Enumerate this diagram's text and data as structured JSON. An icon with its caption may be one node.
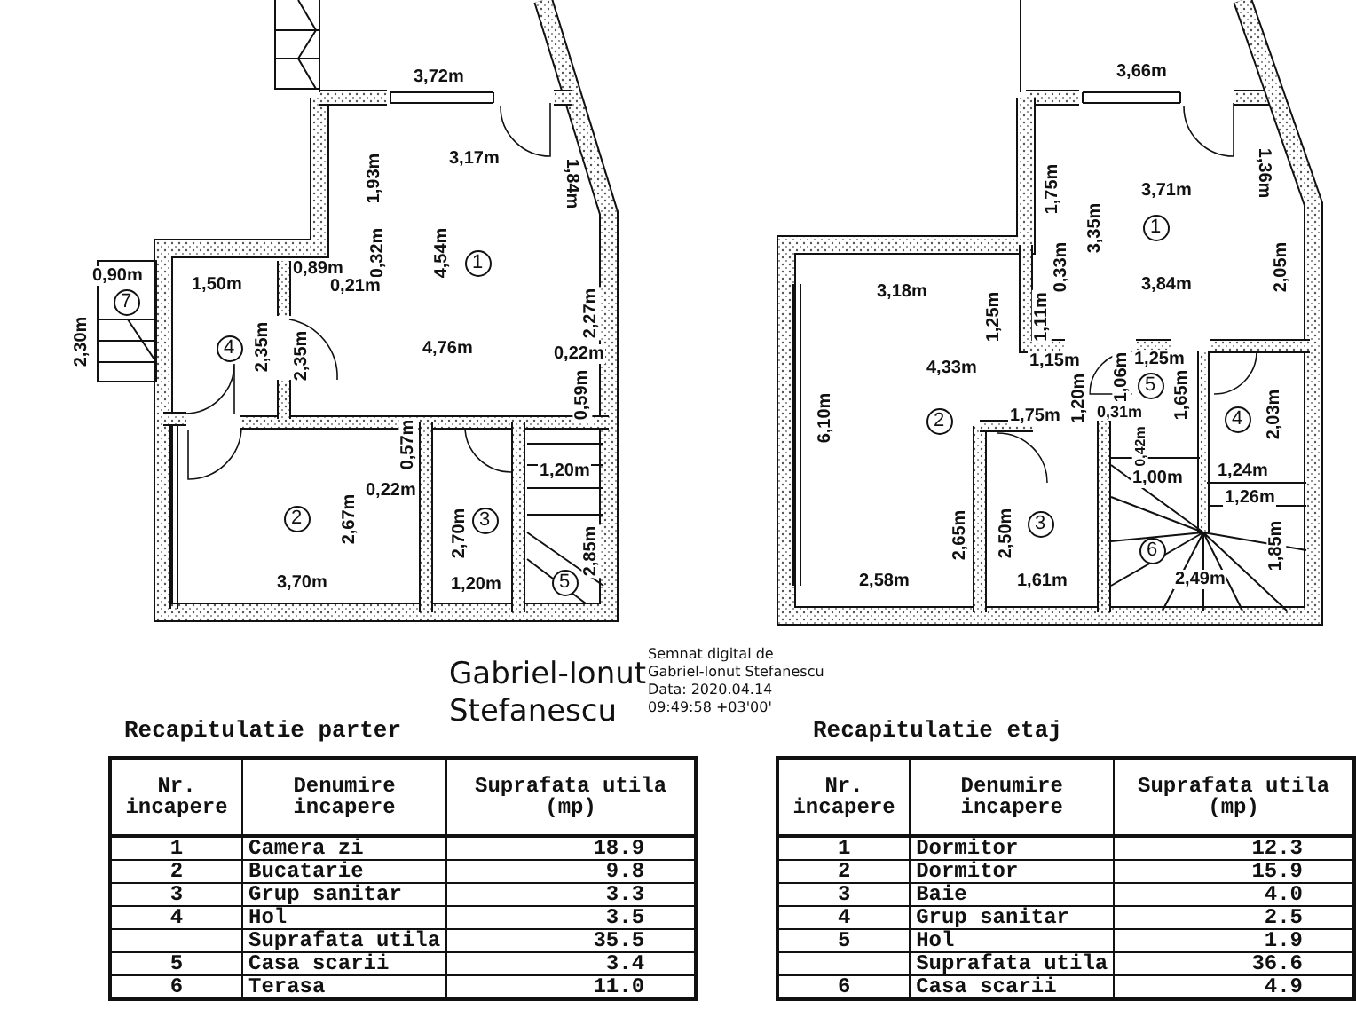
{
  "diagram": {
    "labels": [
      "3,72m",
      "3,17m",
      "1,93m",
      "1,84m",
      "0,32m",
      "0,89m",
      "0,21m",
      "4,54m",
      "1",
      "0,90m",
      "1,50m",
      "7",
      "2,30m",
      "4",
      "2,35m",
      "2,35m",
      "4,76m",
      "2,27m",
      "0,22m",
      "0,59m",
      "0,57m",
      "0,22m",
      "1,20m",
      "2",
      "2,67m",
      "2,70m",
      "3",
      "3,70m",
      "1,20m",
      "2,85m",
      "5",
      "3,66m",
      "1,75m",
      "3,71m",
      "1,36m",
      "3,35m",
      "1",
      "0,33m",
      "2,05m",
      "3,18m",
      "1,25m",
      "1,11m",
      "3,84m",
      "4,33m",
      "1,15m",
      "1,06m",
      "1,25m",
      "6,10m",
      "2",
      "1,75m",
      "1,20m",
      "0,31m",
      "5",
      "1,65m",
      "4",
      "2,03m",
      "0,42m",
      "1,00m",
      "1,24m",
      "1,26m",
      "2,65m",
      "2,50m",
      "3",
      "6",
      "1,85m",
      "2,58m",
      "1,61m",
      "2,49m",
      "Gabriel-Ionut Stefanescu",
      "Semnat digital de",
      "Gabriel-Ionut Stefanescu",
      "Data: 2020.04.14",
      "09:49:58 +03'00'",
      "Recapitulatie parter",
      "Recapitulatie etaj",
      "Nr. incapere",
      "Denumire incapere",
      "Suprafata utila (mp)",
      "1",
      "Camera zi",
      "18.9",
      "2",
      "Bucatarie",
      "9.8",
      "3",
      "Grup sanitar",
      "3.3",
      "4",
      "Hol",
      "3.5",
      "Suprafata utila",
      "35.5",
      "5",
      "Casa scarii",
      "3.4",
      "6",
      "Terasa",
      "11.0",
      "Nr. incapere",
      "Denumire incapere",
      "Suprafata utila (mp)",
      "1",
      "Dormitor",
      "12.3",
      "2",
      "Dormitor",
      "15.9",
      "3",
      "Baie",
      "4.0",
      "4",
      "Grup sanitar",
      "2.5",
      "5",
      "Hol",
      "1.9",
      "Suprafata utila",
      "36.6",
      "6",
      "Casa scarii",
      "4.9"
    ]
  }
}
